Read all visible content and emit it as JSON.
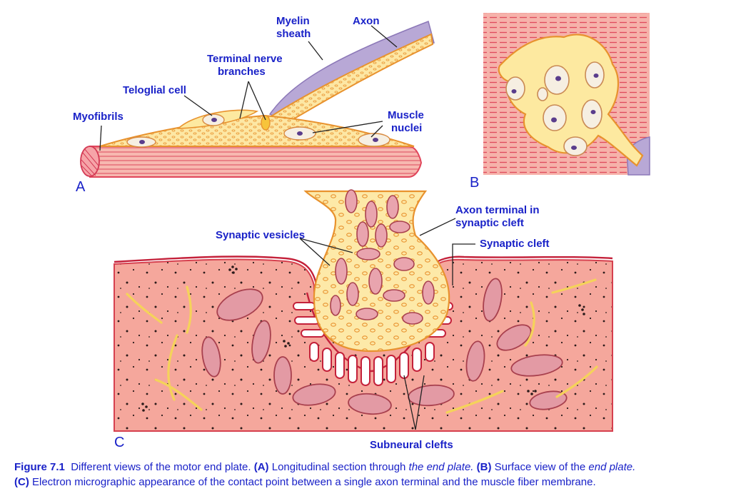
{
  "panels": {
    "a": "A",
    "b": "B",
    "c": "C"
  },
  "labels_a": {
    "myelin_l1": "Myelin",
    "myelin_l2": "sheath",
    "axon": "Axon",
    "terminal_l1": "Terminal nerve",
    "terminal_l2": "branches",
    "teloglial": "Teloglial cell",
    "myofibrils": "Myofibrils",
    "muscle_l1": "Muscle",
    "muscle_l2": "nuclei"
  },
  "labels_c": {
    "synaptic_vesicles": "Synaptic vesicles",
    "axon_terminal_l1": "Axon terminal in",
    "axon_terminal_l2": "synaptic cleft",
    "synaptic_cleft": "Synaptic cleft",
    "subneural_clefts": "Subneural clefts"
  },
  "caption": {
    "figure_no": "Figure 7.1",
    "p1": "Different views of the motor end plate.",
    "a_tag": "(A)",
    "p2": "Longitudinal section through",
    "p2_it": "the end plate.",
    "b_tag": "(B)",
    "p3": "Surface view of the",
    "p3_it": "end plate.",
    "c_tag": "(C)",
    "p4": "Electron micrographic appearance of the contact point between a single axon terminal and the muscle fiber membrane."
  },
  "colors": {
    "label_text": "#1a22c8",
    "muscle": "#f4a9a0",
    "muscle_line": "#e0455a",
    "axoplasm": "#fde9a0",
    "axon_outline": "#e88a2a",
    "myelin": "#b5a6d4",
    "mitochondria": "#cf7e86"
  }
}
